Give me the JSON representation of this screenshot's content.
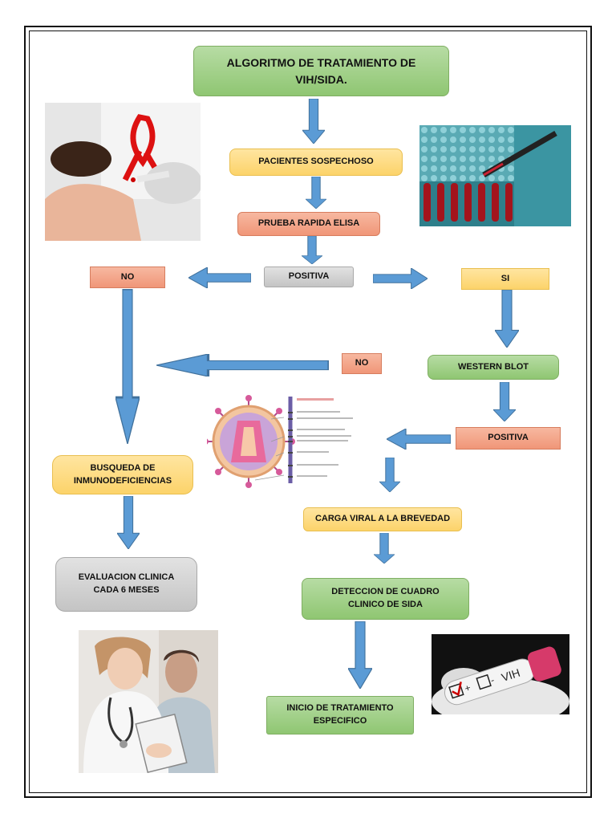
{
  "title": "ALGORITMO DE TRATAMIENTO DE VIH/SIDA.",
  "nodes": {
    "pacientes": "PACIENTES SOSPECHOSO",
    "prueba": "PRUEBA RAPIDA ELISA",
    "positiva_1": "POSITIVA",
    "no_1": "NO",
    "si": "SI",
    "no_2": "NO",
    "western": "WESTERN BLOT",
    "positiva_2": "POSITIVA",
    "busqueda": "BUSQUEDA DE INMUNODEFICIENCIAS",
    "evaluacion": "EVALUACION CLINICA CADA 6 MESES",
    "carga": "CARGA VIRAL A LA BREVEDAD",
    "deteccion": "DETECCION DE CUADRO CLINICO DE SIDA",
    "inicio": "INICIO DE TRATAMIENTO ESPECIFICO"
  },
  "tube_label": "VIH",
  "colors": {
    "arrow": "#5b9bd5",
    "arrow_outline": "#41719c",
    "green": "#9bcf7f",
    "yellow": "#fdd97c",
    "orange": "#f4a486",
    "gray": "#d0d0d0"
  }
}
